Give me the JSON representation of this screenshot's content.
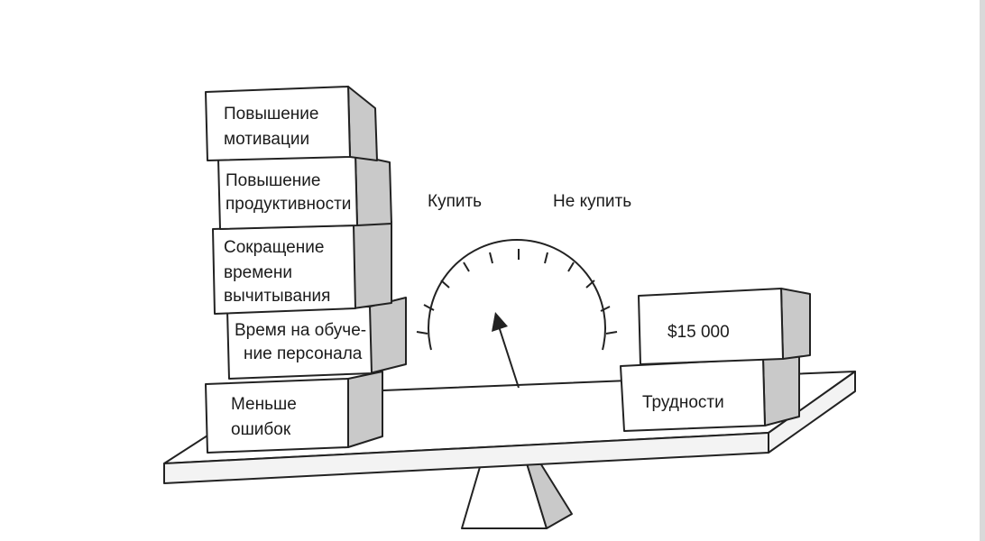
{
  "scale": {
    "left_label": "Купить",
    "right_label": "Не купить"
  },
  "left_blocks": [
    {
      "lines": [
        "Повышение",
        "мотивации"
      ]
    },
    {
      "lines": [
        "Повышение",
        "продуктивности"
      ]
    },
    {
      "lines": [
        "Сокращение",
        "времени",
        "вычитывания"
      ]
    },
    {
      "lines": [
        "Время на обуче-",
        "ние персонала"
      ]
    },
    {
      "lines": [
        "Меньше",
        "ошибок"
      ]
    }
  ],
  "right_blocks": [
    {
      "lines": [
        "$15 000"
      ]
    },
    {
      "lines": [
        "Трудности"
      ]
    }
  ]
}
